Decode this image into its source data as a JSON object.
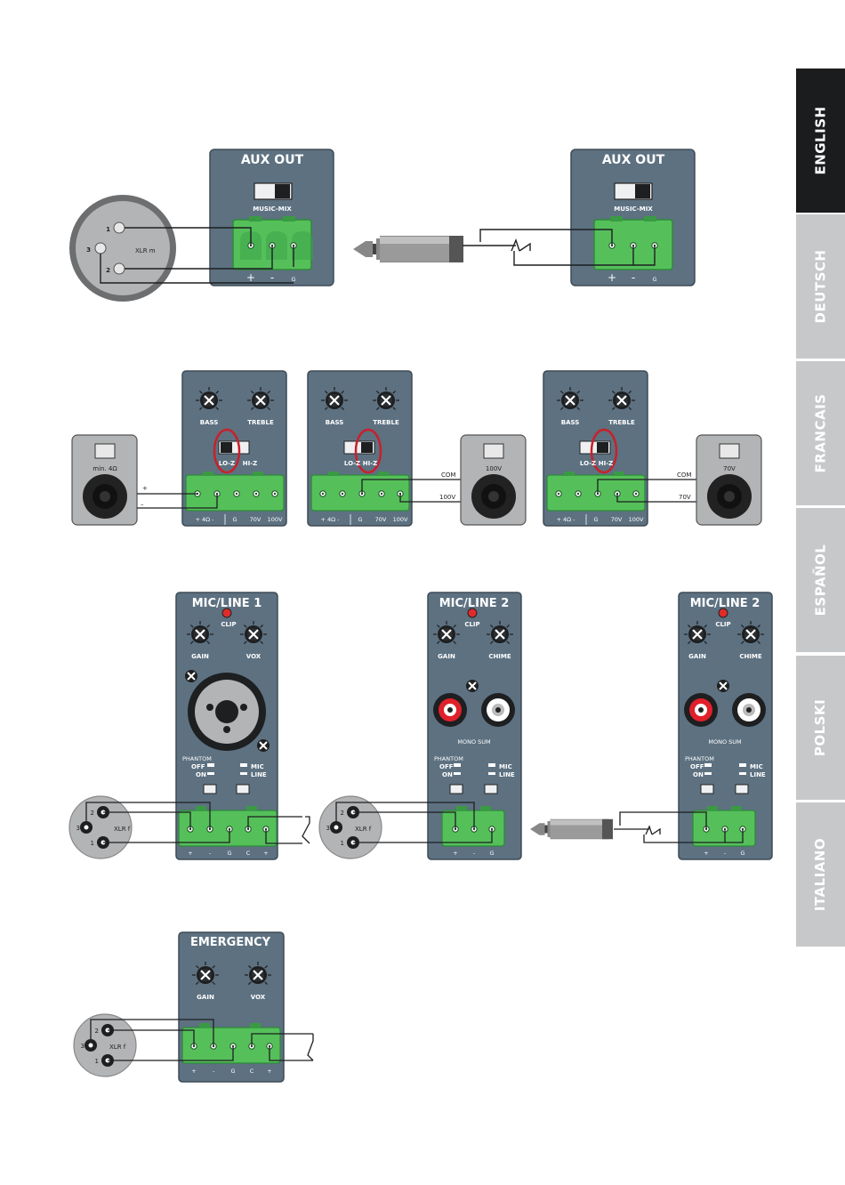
{
  "language_tabs": [
    {
      "label": "ENGLISH",
      "active": true
    },
    {
      "label": "DEUTSCH",
      "active": false
    },
    {
      "label": "FRANCAIS",
      "active": false
    },
    {
      "label": "ESPAÑOL",
      "active": false
    },
    {
      "label": "POLSKI",
      "active": false
    },
    {
      "label": "ITALIANO",
      "active": false
    }
  ],
  "aux_section": {
    "panel_title": "AUX OUT",
    "switch_label": "MUSIC-MIX",
    "terminal_labels": [
      "+",
      "-",
      "G"
    ],
    "xlr_label": "XLR m",
    "xlr_pins": [
      "1",
      "2",
      "3"
    ]
  },
  "speaker_section": {
    "knob_labels": [
      "BASS",
      "TREBLE"
    ],
    "switch_labels": [
      "LO-Z",
      "HI-Z"
    ],
    "terminal_labels": [
      "+ 4Ω -",
      "G",
      "70V",
      "100V"
    ],
    "low_z_polarity": [
      "+",
      "–"
    ],
    "speaker_min_label": "min. 4Ω",
    "speaker_100v_label": "100V",
    "speaker_70v_label": "70V",
    "com_label": "COM",
    "tap_100v": "100V",
    "tap_70v": "70V"
  },
  "mic_section": {
    "panel1_title": "MIC/LINE 1",
    "panel2_title": "MIC/LINE 2",
    "clip_label": "CLIP",
    "knob1_labels": [
      "GAIN",
      "VOX"
    ],
    "knob2_labels": [
      "GAIN",
      "CHIME"
    ],
    "phantom_title": "PHANTOM",
    "phantom_off": "OFF",
    "phantom_on": "ON",
    "mic_label": "MIC",
    "line_label": "LINE",
    "mono_sum": "MONO SUM",
    "terminal1_labels": [
      "+",
      "-",
      "G",
      "C",
      "+"
    ],
    "terminal2_labels": [
      "+",
      "-",
      "G"
    ],
    "xlr_label": "XLR f",
    "xlr_pins": [
      "2",
      "3",
      "1"
    ]
  },
  "emergency_section": {
    "panel_title": "EMERGENCY",
    "knob_labels": [
      "GAIN",
      "VOX"
    ],
    "terminal_labels": [
      "+",
      "-",
      "G",
      "C",
      "+"
    ],
    "xlr_label": "XLR f",
    "xlr_pins": [
      "2",
      "3",
      "1"
    ]
  },
  "colors": {
    "panel": "#5d7181",
    "panel_dark": "#4b5c69",
    "terminal_green": "#55c05a",
    "terminal_dark": "#2e8a3a",
    "highlight_red": "#c8202a",
    "tab_active": "#1b1c1e",
    "tab_inactive": "#c7c8ca"
  }
}
